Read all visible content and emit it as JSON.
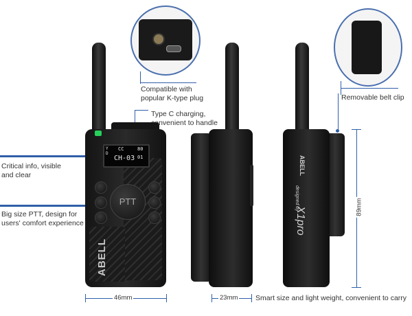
{
  "callouts": {
    "ktype": "Compatible with\npopular K-type plug",
    "typec": "Type C charging,\nconvenient to handle",
    "display": "Critical info, visible\nand clear",
    "ptt": "Big size PTT, design for\nusers' comfort experience",
    "clip": "Removable belt clip"
  },
  "dimensions": {
    "width": "46mm",
    "depth": "23mm",
    "height": "89mm"
  },
  "footer_caption": "Smart size and light weight, convenient to carry",
  "lcd": {
    "top_left": "Y\nD",
    "code": "CC",
    "channel": "CH-03",
    "right_top": "80",
    "right_bottom": "01"
  },
  "device": {
    "ptt_label": "PTT",
    "brand": "ABELL",
    "back_model": "X1pro",
    "back_designed": "designed by",
    "back_brand": "ABELL"
  },
  "colors": {
    "accent": "#2f5fa8",
    "led": "#27d05a"
  }
}
